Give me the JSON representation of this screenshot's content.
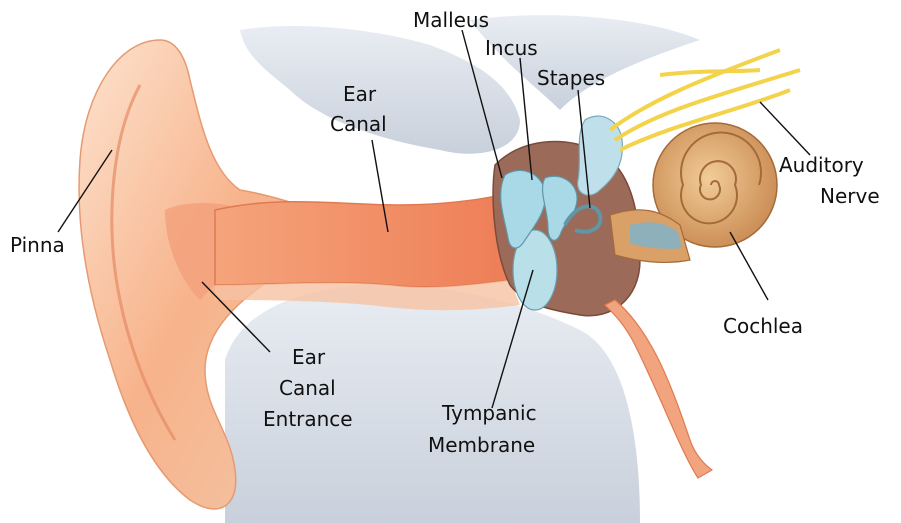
{
  "labels": {
    "pinna": "Pinna",
    "ear_canal_1": "Ear",
    "ear_canal_2": "Canal",
    "entrance_1": "Ear",
    "entrance_2": "Canal",
    "entrance_3": "Entrance",
    "malleus": "Malleus",
    "incus": "Incus",
    "stapes": "Stapes",
    "auditory_1": "Auditory",
    "auditory_2": "Nerve",
    "cochlea": "Cochlea",
    "tympanic_1": "Tympanic",
    "tympanic_2": "Membrane"
  },
  "colors": {
    "skin": "#f6b98f",
    "canal": "#f08d62",
    "bone": "#d9dfe8",
    "ossicle": "#a9d8e6",
    "middle_ear": "#9c6a58",
    "cochlea": "#d9a068",
    "nerve": "#f3d34a"
  }
}
